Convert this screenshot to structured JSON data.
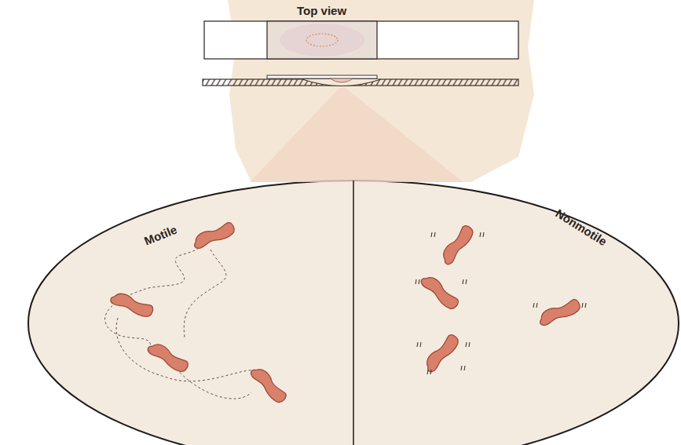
{
  "diagram": {
    "labels": [
      "Top view",
      "Motile",
      "Nonmotile"
    ]
  }
}
